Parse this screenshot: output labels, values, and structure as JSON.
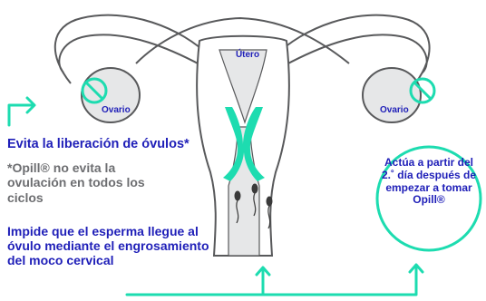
{
  "labels": {
    "uterus": "Útero",
    "ovary_left": "Ovario",
    "ovary_right": "Ovario"
  },
  "ovulation": {
    "title": "Evita la liberación de óvulos*",
    "note": "*Opill® no evita la ovulación en todos los ciclos"
  },
  "sperm": {
    "text": "Impide que el esperma llegue al óvulo mediante el engrosamiento del moco cervical"
  },
  "timing": {
    "text": "Actúa a partir del 2.˚ día después de empezar a tomar Opill®"
  },
  "colors": {
    "teal": "#1ddcb0",
    "blue": "#1f1fb8",
    "gray": "#6d6e71",
    "organ_fill": "#e6e7e8",
    "outline": "#58595b"
  },
  "icons": {
    "ovary_no_ovulation": "no-symbol-icon",
    "arrow": "arrow-icon"
  }
}
